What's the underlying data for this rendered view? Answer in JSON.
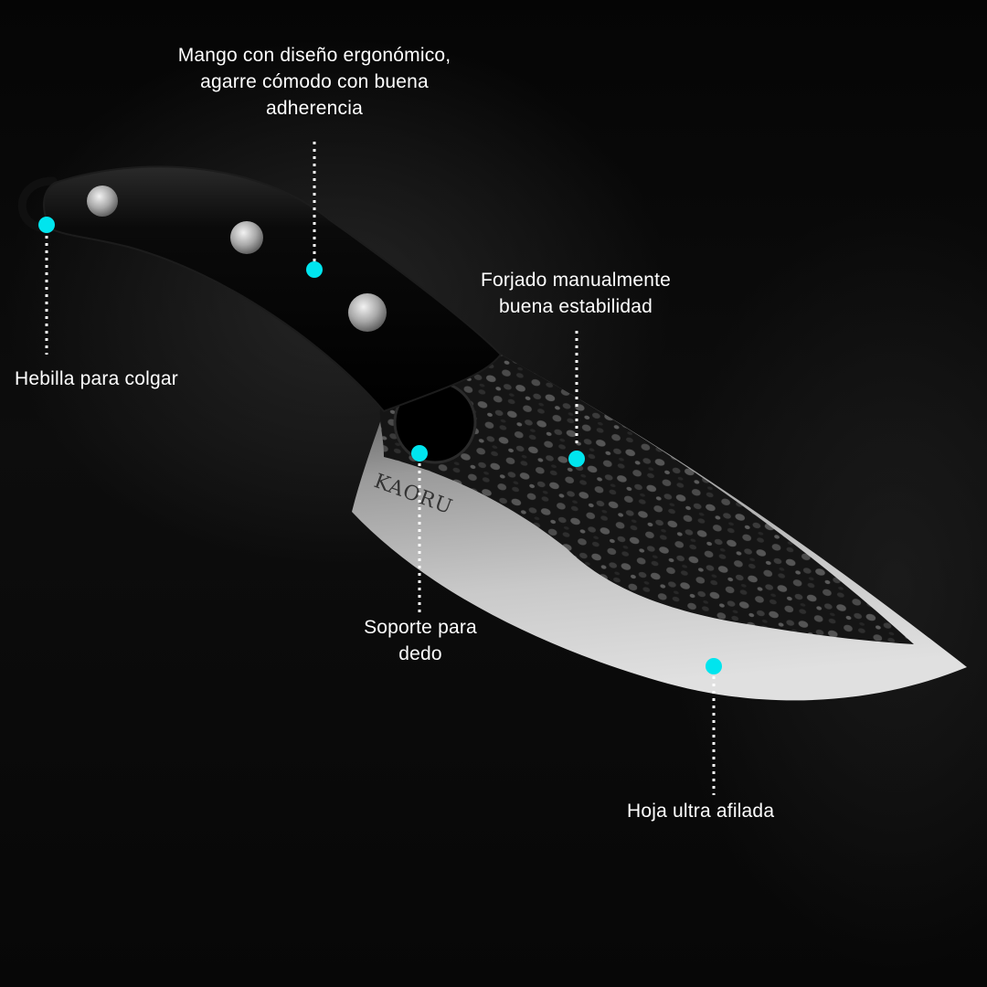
{
  "product": {
    "brand_mark": "KAORU"
  },
  "colors": {
    "background": "#000000",
    "accent_dot": "#00e5ee",
    "leader_line": "#ffffff",
    "label_text": "#ffffff"
  },
  "callouts": {
    "handle": {
      "lines": [
        "Mango con diseño ergonómico,",
        "agarre cómodo con buena",
        "adherencia"
      ]
    },
    "hang_loop": {
      "lines": [
        "Hebilla para colgar"
      ]
    },
    "forged": {
      "lines": [
        "Forjado manualmente",
        "buena estabilidad"
      ]
    },
    "finger_rest": {
      "lines": [
        "Soporte para",
        "dedo"
      ]
    },
    "blade": {
      "lines": [
        "Hoja ultra afilada"
      ]
    }
  }
}
